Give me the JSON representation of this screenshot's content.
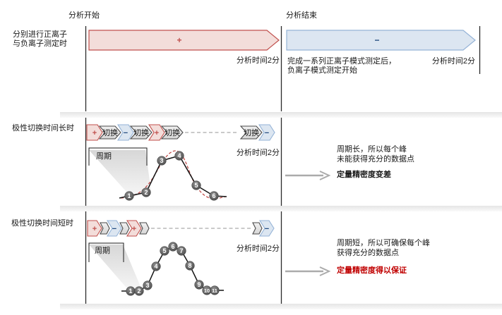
{
  "colors": {
    "pos_fill": "#f3ddda",
    "pos_border": "#c0504d",
    "neg_fill": "#dce6f1",
    "neg_border": "#95b3d7",
    "neg_text": "#1f497d",
    "switch_fill": "#e9e9e9",
    "switch_border": "#4a4a4a",
    "point_fill": "#5a5a5a",
    "conclusion_red": "#c00000",
    "dashed_curve_red": "#c0504d"
  },
  "top": {
    "start_label": "分析开始",
    "end_label": "分析结束"
  },
  "row1": {
    "side_label_line1": "分别进行正离子",
    "side_label_line2": "与负离子测定时",
    "pos_symbol": "+",
    "neg_symbol": "−",
    "pos_time": "分析时间2分",
    "neg_time": "分析时间2分",
    "neg_note_line1": "完成一系列正离子模式测定后，",
    "neg_note_line2": "负离子模式测定开始"
  },
  "row2": {
    "side_label": "极性切换时间长时",
    "chain": [
      {
        "t": "pos",
        "label": "+"
      },
      {
        "t": "sw",
        "label": "切换"
      },
      {
        "t": "neg",
        "label": "−"
      },
      {
        "t": "sw",
        "label": "切换"
      },
      {
        "t": "pos",
        "label": "+"
      },
      {
        "t": "sw",
        "label": "切换"
      },
      {
        "t": "gap",
        "label": ""
      },
      {
        "t": "sw",
        "label": "切换"
      },
      {
        "t": "neg",
        "label": "−"
      }
    ],
    "period_label": "周期",
    "time": "分析时间2分",
    "points": [
      "1",
      "2",
      "3",
      "4",
      "5",
      "6"
    ],
    "note_line1": "周期长，所以每个峰",
    "note_line2": "未能获得充分的数据点",
    "conclusion": "定量精密度变差"
  },
  "row3": {
    "side_label": "极性切换时间短时",
    "chain": [
      {
        "t": "pos",
        "label": "+"
      },
      {
        "t": "sw",
        "label": ""
      },
      {
        "t": "neg",
        "label": "−"
      },
      {
        "t": "sw",
        "label": ""
      },
      {
        "t": "pos",
        "label": "+"
      },
      {
        "t": "sw",
        "label": ""
      },
      {
        "t": "gap",
        "label": ""
      },
      {
        "t": "sw",
        "label": ""
      },
      {
        "t": "neg",
        "label": "−"
      }
    ],
    "period_label": "周期",
    "time": "分析时间2分",
    "points": [
      "1",
      "2",
      "3",
      "4",
      "5",
      "6",
      "7",
      "8",
      "9",
      "10",
      "11"
    ],
    "note_line1": "周期短，所以可确保每个峰",
    "note_line2": "获得充分的数据点",
    "conclusion": "定量精密度得以保证"
  }
}
